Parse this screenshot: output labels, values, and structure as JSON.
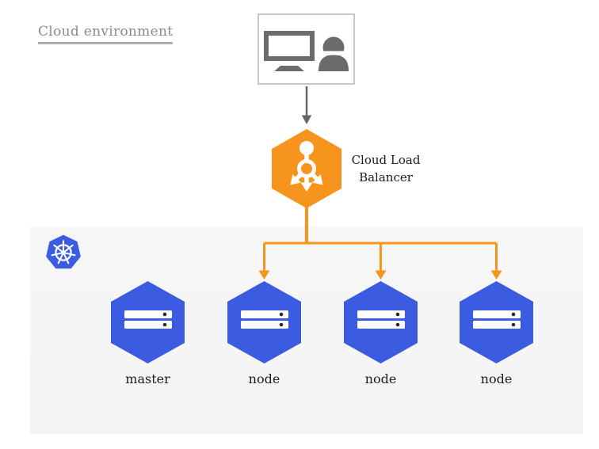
{
  "title": "Cloud environment",
  "load_balancer": {
    "label_line1": "Cloud Load",
    "label_line2": "Balancer"
  },
  "nodes": [
    "master",
    "node",
    "node",
    "node"
  ],
  "icons": {
    "workstation": "monitor-and-user-icon",
    "load_balancer": "load-balancer-arrows-icon",
    "kubernetes": "kubernetes-helm-wheel-icon",
    "server": "server-stack-icon"
  },
  "colors": {
    "orange": "#F7941D",
    "node_blue": "#3B5BE0",
    "kubernetes_blue": "#3B5BE0",
    "icon_gray": "#6b6b6b",
    "text_dark": "#1c1c1c",
    "text_muted": "#8a8a8a",
    "cluster_bg": "#f4f4f5"
  }
}
